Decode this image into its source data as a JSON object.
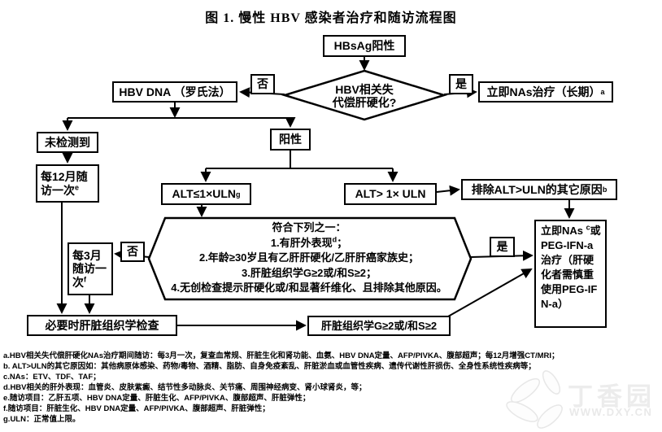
{
  "title": "图 1. 慢性 HBV 感染者治疗和随访流程图",
  "nodes": {
    "hbsag": {
      "text": "HBsAg阳性"
    },
    "cirrhosis_q": {
      "line1": "HBV相关失",
      "line2": "代偿肝硬化?"
    },
    "no1": {
      "text": "否"
    },
    "yes1": {
      "text": "是"
    },
    "hbv_dna": {
      "text": "HBV DNA （罗氏法）"
    },
    "nas_long": {
      "text": "立即NAs治疗（长期）",
      "sup": "a"
    },
    "undetected": {
      "text": "未检测到"
    },
    "follow12": {
      "text": "每12月随访一次",
      "sup": "e"
    },
    "positive": {
      "text": "阳性"
    },
    "alt_le": {
      "text": "ALT≤1×ULN",
      "sup": "g"
    },
    "alt_gt": {
      "text": "ALT> 1× ULN"
    },
    "exclude_alt": {
      "text": "排除ALT>ULN的其它原因",
      "sup": "b"
    },
    "criteria": {
      "title": "符合下列之一：",
      "item1_pre": "1.有肝外表现",
      "item1_sup": "d",
      "item1_post": "；",
      "item2": "2.年龄≥30岁且有乙肝肝硬化/乙肝肝癌家族史；",
      "item3": "3.肝脏组织学G≥2或/和S≥2；",
      "item4": "4.无创检查提示肝硬化或/和显著纤维化、且排除其他原因。"
    },
    "no2": {
      "text": "否"
    },
    "follow3": {
      "text": "每3月随访一次",
      "sup": "f"
    },
    "biopsy": {
      "text": "必要时肝脏组织学检查"
    },
    "histology": {
      "text": "肝脏组织学G≥2或/和S≥2"
    },
    "yes2": {
      "text": "是"
    },
    "treat": {
      "pre": "立即NAs ",
      "sup": "c",
      "post": "或PEG-IFN-a治疗（肝硬化者需慎重使用PEG-IFN-a）"
    }
  },
  "footnotes": [
    "a.HBV相关失代偿肝硬化NAs治疗期间随访：每3月一次，复查血常规、肝脏生化和肾功能、血氨、HBV DNA定量、AFP/PIVKA、腹部超声；每12月增强CT/MRI；",
    "b. ALT>ULN的其它原因如：其他病原体感染、药物/毒物、酒精、脂肪、自身免疫紊乱、肝脏淤血或血管性疾病、遗传代谢性肝损伤、全身性系统性疾病等；",
    "c.NAs：ETV、TDF、TAF；",
    "d.HBV相关的肝外表现：血管炎、皮肤紫癜、结节性多动脉炎、关节痛、周围神经病变、肾小球肾炎，等；",
    "e.随访项目：乙肝五项、HBV DNA定量、肝脏生化、AFP/PIVKA、腹部超声、肝脏弹性；",
    "f.随访项目：肝脏生化、HBV DNA定量、AFP/PIVKA、腹部超声、肝脏弹性；",
    "g.ULN：正常值上限。"
  ],
  "watermark": {
    "brand": "丁香园",
    "site": "WWW.DXY.CN"
  }
}
